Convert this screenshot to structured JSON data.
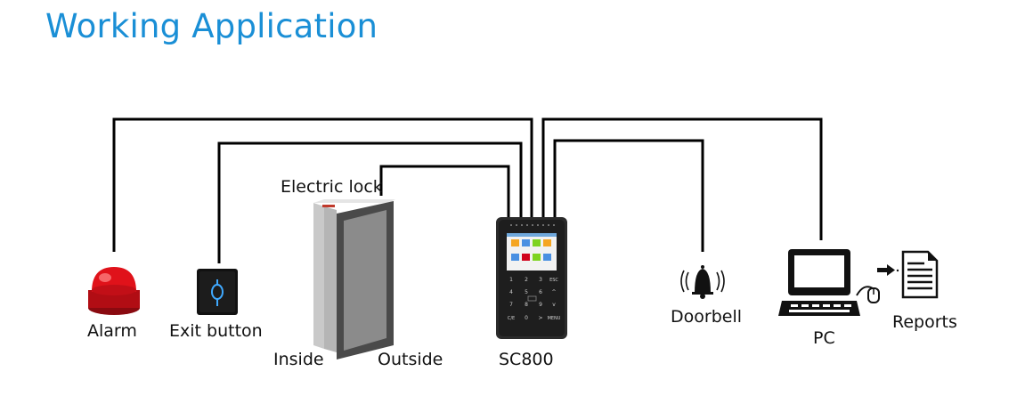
{
  "title": "Working Application",
  "colors": {
    "title": "#1a8fd6",
    "wire": "#000000",
    "alarm": "#e0121a",
    "device": "#2a2a2a"
  },
  "devices": {
    "alarm": {
      "label": "Alarm",
      "icon": "siren-icon"
    },
    "exit_button": {
      "label": "Exit button",
      "icon": "exit-button-icon"
    },
    "electric_lock": {
      "label": "Electric lock"
    },
    "door": {
      "inside_label": "Inside",
      "outside_label": "Outside",
      "icon": "door-person-icon"
    },
    "terminal": {
      "label": "SC800",
      "icon": "terminal-device-icon",
      "keypad": [
        "1",
        "2",
        "3",
        "ESC",
        "4",
        "5",
        "6",
        "^",
        "7",
        "8",
        "9",
        "v",
        "C/E",
        "0",
        ">",
        "MENU"
      ]
    },
    "doorbell": {
      "label": "Doorbell",
      "icon": "bell-icon"
    },
    "pc": {
      "label": "PC",
      "icon": "computer-icon"
    },
    "reports": {
      "label": "Reports",
      "icon": "document-icon"
    }
  }
}
